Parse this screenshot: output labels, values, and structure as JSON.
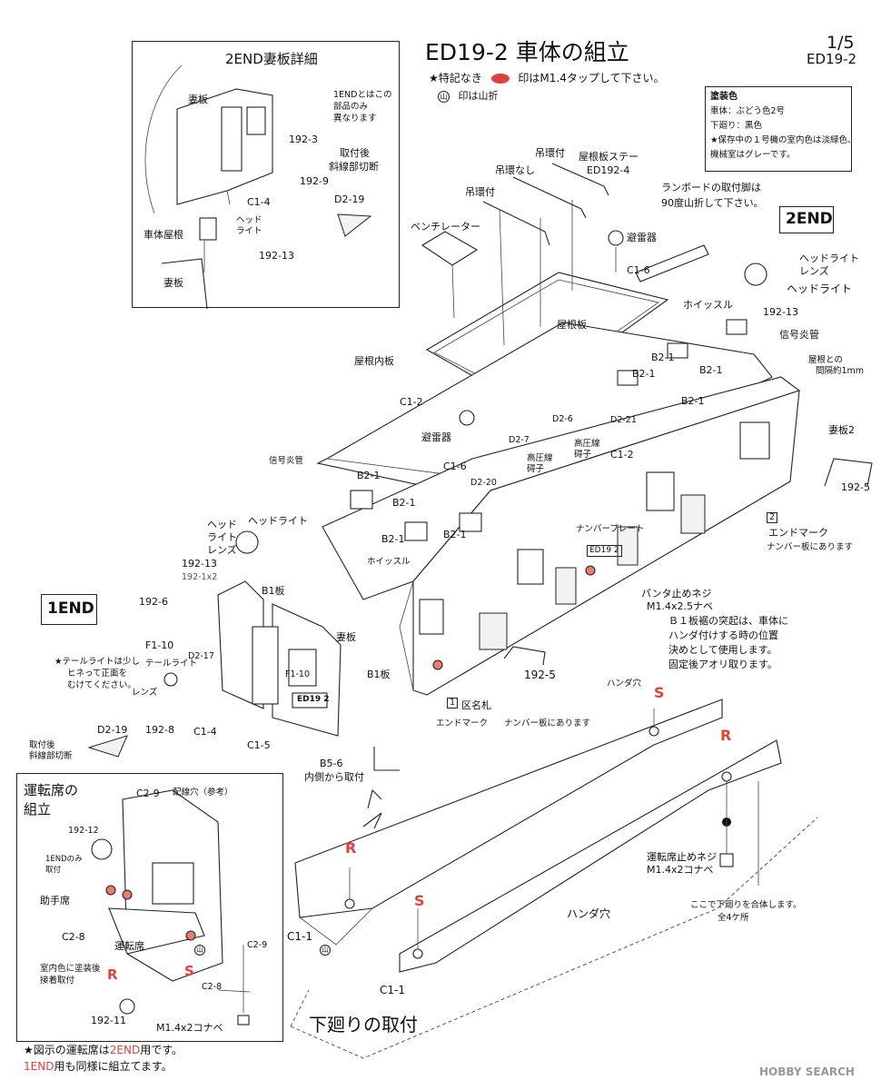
{
  "header": {
    "title": "ED19-2 車体の組立",
    "page": "1/5",
    "code": "ED19-2",
    "note1_pre": "★特記なき",
    "note1_post": "印はM1.4タップして下さい。",
    "note2_symbol": "山",
    "note2": "印は山折"
  },
  "colors": {
    "accent": "#e0413a",
    "line": "#222222"
  },
  "paint_box": {
    "title": "塗装色",
    "lines": [
      "車体：ぶどう色2号",
      "下廻り：黒色",
      "★保存中の１号機の室内色は淡緑色、",
      "機械室はグレーです。"
    ]
  },
  "end2_detail": {
    "title": "2END妻板詳細",
    "labels": {
      "tsumaita_top": "妻板",
      "note": "1ENDとはこの",
      "note2": "部品のみ",
      "note3": "異なります",
      "p192_3": "192-3",
      "torituke": "取付後",
      "shasen": "斜線部切断",
      "c1_4": "C1-4",
      "p192_9": "192-9",
      "d2_19": "D2-19",
      "head": "ヘッド",
      "light": "ライト",
      "roof": "車体屋根",
      "p192_13": "192-13",
      "tsumaita_bottom": "妻板"
    }
  },
  "end_tags": {
    "end1": "1END",
    "end2": "2END"
  },
  "main_labels": {
    "tsurikan1": "吊環付",
    "tsurikan_nashi": "吊環なし",
    "tsurikan2": "吊環付",
    "yaneita_stay": "屋根板ステー",
    "ed192_4": "ED192-4",
    "lamp1": "ランボードの取付脚は",
    "lamp2": "90度山折して下さい。",
    "ventilator": "ベンチレーター",
    "hiraiki1": "避雷器",
    "c1_6a": "C1-6",
    "yaneita": "屋根板",
    "whistle1": "ホイッスル",
    "hl_lens": "ヘッドライト",
    "hl_lens2": "レンズ",
    "hl": "ヘッドライト",
    "p192_13r": "192-13",
    "shingo_r": "信号炎管",
    "kankaku1": "屋根との",
    "kankaku2": "間隔約1mm",
    "yane_naiban": "屋根内板",
    "b2_1a": "B2-1",
    "b2_1b": "B2-1",
    "b2_1c": "B2-1",
    "b2_1d": "B2-1",
    "c1_2a": "C1-2",
    "c1_2b": "C1-2",
    "d2_6": "D2-6",
    "d2_21": "D2-21",
    "tsumaita2": "妻板2",
    "hiraiki2": "避雷器",
    "d2_7": "D2-7",
    "koatsu1a": "高圧線",
    "koatsu1b": "碍子",
    "koatsu2a": "高圧線",
    "koatsu2b": "碍子",
    "shingo_l": "信号炎管",
    "c1_6b": "C1-6",
    "d2_20": "D2-20",
    "b2_1e": "B2-1",
    "b2_1f": "B2-1",
    "b2_1g": "B2-1",
    "b2_1h": "B2-1",
    "p192_5r": "192-5",
    "endmark_num": "2",
    "endmark": "エンドマーク",
    "endmark_sub": "ナンバー板にあります",
    "hl_l1": "ヘッド",
    "hl_l2": "ライト",
    "hl_l3": "レンズ",
    "hl_l": "ヘッドライト",
    "whistle2": "ホイッスル",
    "numberplate": "ナンバープレート",
    "ed192_plate": "ED19 2",
    "p192_13l": "192-13",
    "p192_1x2": "192-1x2",
    "b1_a": "B1板",
    "panta1": "パンタ止めネジ",
    "panta2": "M1.4x2.5ナベ",
    "b1note1": "Ｂ１板裾の突起は、車体に",
    "b1note2": "ハンダ付けする時の位置",
    "b1note3": "決めとして使用します。",
    "b1note4": "固定後アオリ取ります。",
    "p192_6": "192-6",
    "f1_10a": "F1-10",
    "d2_17": "D2-17",
    "tsumaita_main": "妻板",
    "tail1": "★テールライトは少し",
    "tail2": "ヒネって正面を",
    "tail3": "むけてください。",
    "taillight": "テールライト",
    "lens": "レンズ",
    "f1_10b": "F1-10",
    "ed19_2box": "ED19 2",
    "b1_b": "B1板",
    "p192_5l": "192-5",
    "kumeifuda_num": "1",
    "kumeifuda": "区名札",
    "endmark2": "エンドマーク",
    "endmark2_sub": "ナンバー板にあります",
    "d2_19m": "D2-19",
    "p192_8": "192-8",
    "c1_4m": "C1-4",
    "c1_5": "C1-5",
    "torituke2": "取付後",
    "shasen2": "斜線部切断",
    "b5_6": "B5-6",
    "uchigawa": "内側から取付",
    "handa1": "ハンダ穴",
    "s1": "S",
    "r1": "R",
    "r2": "R",
    "s2": "S",
    "untenseki_neji1": "運転席止めネジ",
    "untenseki_neji2": "M1.4x2コナベ",
    "handa2": "ハンダ穴",
    "shitamawari1": "ここで下廻りを合体します。",
    "shitamawari2": "全4ケ所",
    "c1_1a": "C1-1",
    "c1_1b": "C1-1",
    "yama": "山",
    "shitamawari_title": "下廻りの取付"
  },
  "cab": {
    "title1": "運転席の",
    "title2": "組立",
    "c2_9": "C2-9",
    "haisen": "配線穴（参考）",
    "p192_12": "192-12",
    "end1only1": "1ENDのみ",
    "end1only2": "取付",
    "joshuseki": "助手席",
    "c2_8": "C2-8",
    "untenseki": "運転席",
    "shitsunai1": "室内色に塗装後",
    "shitsunai2": "接着取付",
    "r": "R",
    "s": "S",
    "yama": "山",
    "c2_9b": "C2-9",
    "c2_8b": "C2-8",
    "p192_11": "192-11",
    "screw": "M1.4x2コナベ",
    "note1_pre": "★図示の運転席は",
    "note1_red": "2END",
    "note1_post": "用です。",
    "note2_red": "1END",
    "note2_post": "用も同様に組立てます。"
  },
  "watermark": "HOBBY SEARCH"
}
